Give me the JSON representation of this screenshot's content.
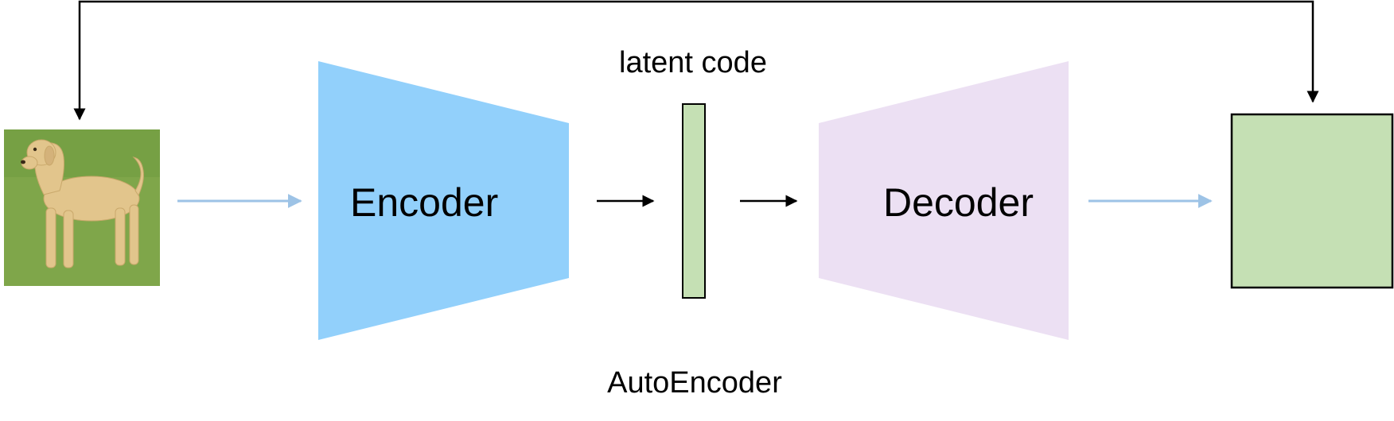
{
  "diagram": {
    "encoder": {
      "label": "Encoder",
      "color": "#92d0fb"
    },
    "decoder": {
      "label": "Decoder",
      "color": "#ece0f3"
    },
    "latent": {
      "label": "latent code",
      "color": "#c5e0b4"
    },
    "output": {
      "color": "#c5e0b4"
    },
    "caption": "AutoEncoder",
    "input_image": {
      "subject": "dog-photo"
    },
    "arrow_colors": {
      "data_flow": "#9dc3e6",
      "latent_flow": "#000000",
      "feedback": "#000000"
    }
  }
}
